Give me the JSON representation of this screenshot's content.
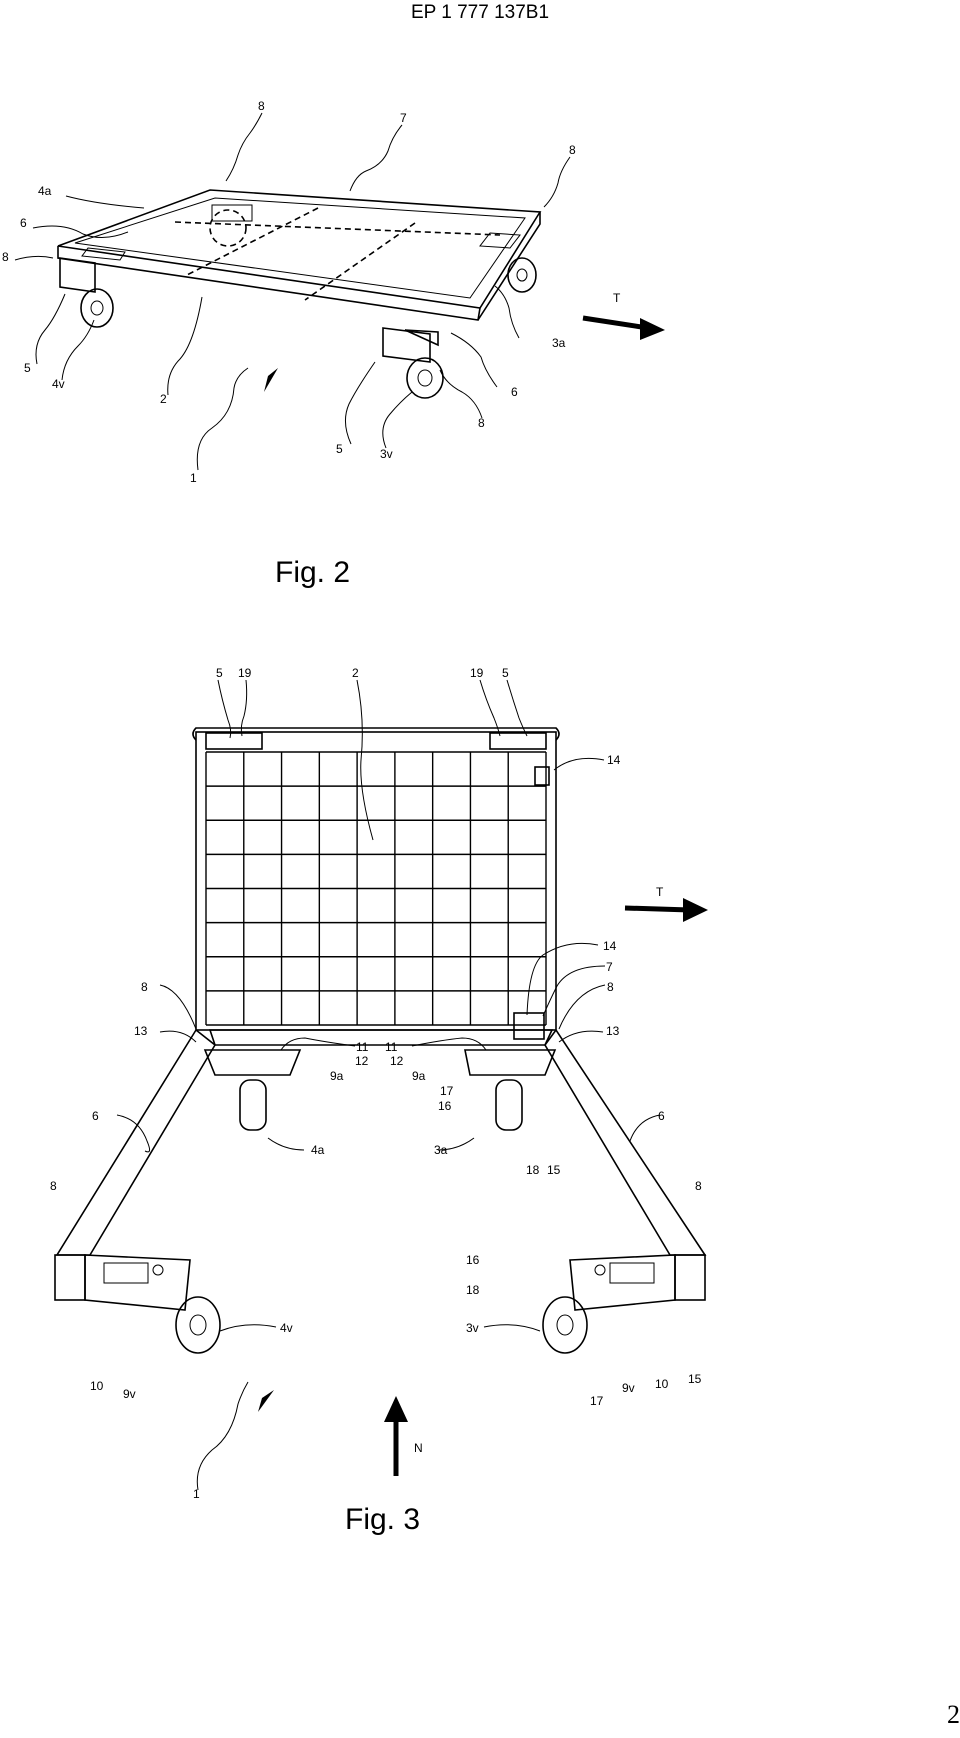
{
  "header": {
    "publication_number": "EP 1 777 137B1"
  },
  "page_number": "2",
  "figure2": {
    "caption": "Fig. 2",
    "labels": {
      "l8_top": "8",
      "l7": "7",
      "l8_right": "8",
      "l4a": "4a",
      "l6_left": "6",
      "l8_left": "8",
      "lT": "T",
      "l3a": "3a",
      "l5_left": "5",
      "l4v": "4v",
      "l2": "2",
      "l6_right": "6",
      "l8_bottom": "8",
      "l5_mid": "5",
      "l3v": "3v",
      "l1": "1"
    }
  },
  "figure3": {
    "caption": "Fig. 3",
    "labels": {
      "l5a": "5",
      "l19a": "19",
      "l2": "2",
      "l19b": "19",
      "l5b": "5",
      "l14a": "14",
      "lT": "T",
      "l14b": "14",
      "l7": "7",
      "l8a": "8",
      "l8b": "8",
      "l13a": "13",
      "l13b": "13",
      "l11a": "11",
      "l11b": "11",
      "l12a": "12",
      "l12b": "12",
      "l9aa": "9a",
      "l9ab": "9a",
      "l17a": "17",
      "l16a": "16",
      "l3a": "3a",
      "l6a": "6",
      "l6b": "6",
      "l4a": "4a",
      "l18a": "18",
      "l15a": "15",
      "l8c": "8",
      "l8d": "8",
      "l16b": "16",
      "l18b": "18",
      "l4v": "4v",
      "l3v": "3v",
      "l10a": "10",
      "l9v": "9v",
      "l17b": "17",
      "l9vb": "9v",
      "l10b": "10",
      "l15b": "15",
      "l1": "1",
      "lN": "N"
    }
  }
}
